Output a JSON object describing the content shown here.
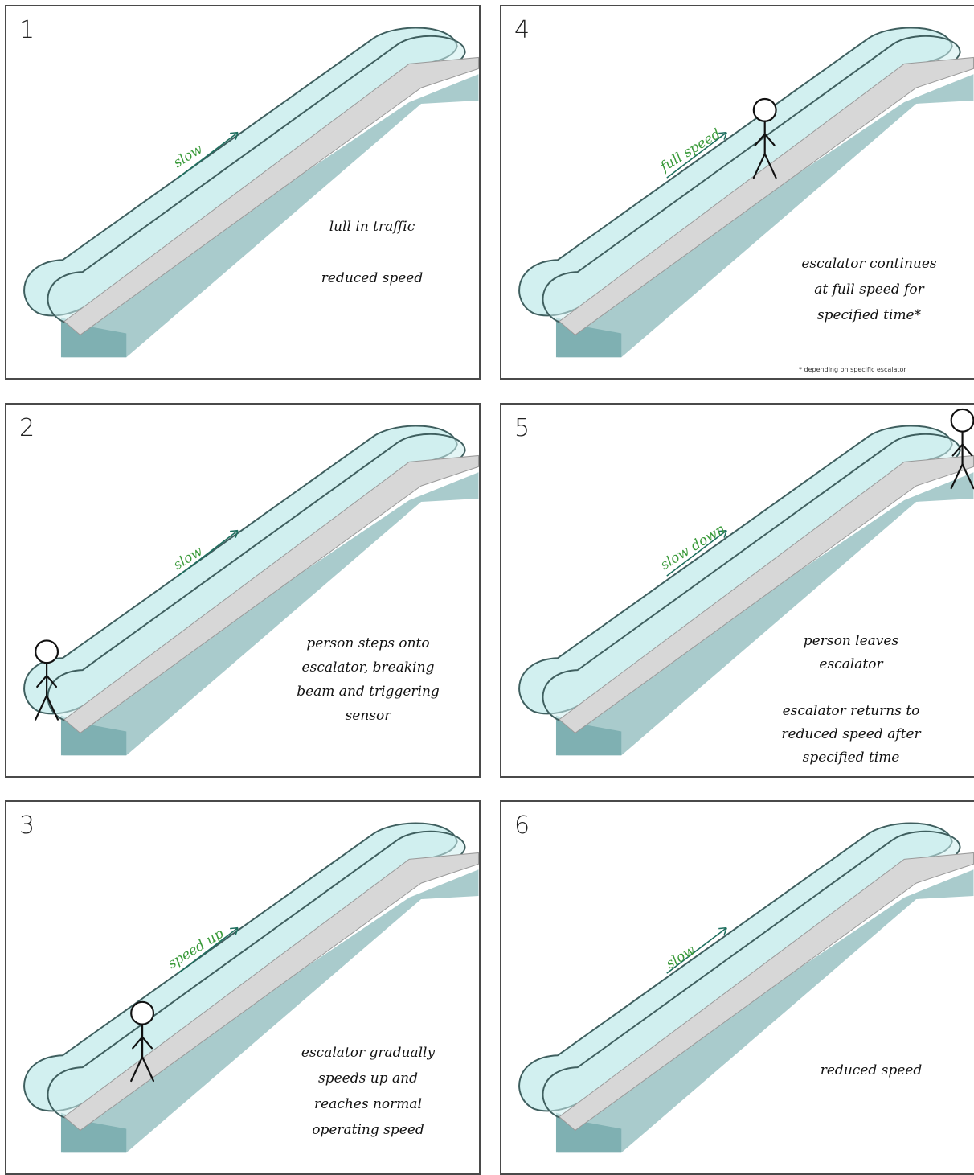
{
  "colors": {
    "glass": "#cdeeee",
    "glass_edge": "#3f5f5f",
    "rail": "#d7d7d7",
    "truss": "#a9cbcc",
    "truss_dark": "#7fb0b2",
    "steps": "#2f8585",
    "speed_label": "#3a9a3a",
    "speed_arrow": "#1f6f5f",
    "panel_border": "#4a4a4a"
  },
  "panels": [
    {
      "number": "1",
      "speed_label": "slow",
      "note_lines": [
        "lull in traffic",
        "",
        "reduced speed"
      ],
      "footnote": "",
      "person": "none"
    },
    {
      "number": "4",
      "speed_label": "full speed",
      "note_lines": [
        "escalator continues",
        "at full speed for",
        "specified time*"
      ],
      "footnote": "* depending on specific escalator",
      "person": "mid"
    },
    {
      "number": "2",
      "speed_label": "slow",
      "note_lines": [
        "person steps onto",
        "escalator, breaking",
        "beam and triggering",
        "sensor"
      ],
      "footnote": "",
      "person": "bottom"
    },
    {
      "number": "5",
      "speed_label": "slow down",
      "note_lines": [
        "person leaves",
        "escalator",
        "",
        "escalator returns to",
        "reduced speed after",
        "specified time"
      ],
      "footnote": "",
      "person": "top"
    },
    {
      "number": "3",
      "speed_label": "speed up",
      "note_lines": [
        "escalator gradually",
        "speeds up and",
        "reaches normal",
        "operating speed"
      ],
      "footnote": "",
      "person": "low"
    },
    {
      "number": "6",
      "speed_label": "slow",
      "note_lines": [
        "reduced speed"
      ],
      "footnote": "",
      "person": "none"
    }
  ]
}
